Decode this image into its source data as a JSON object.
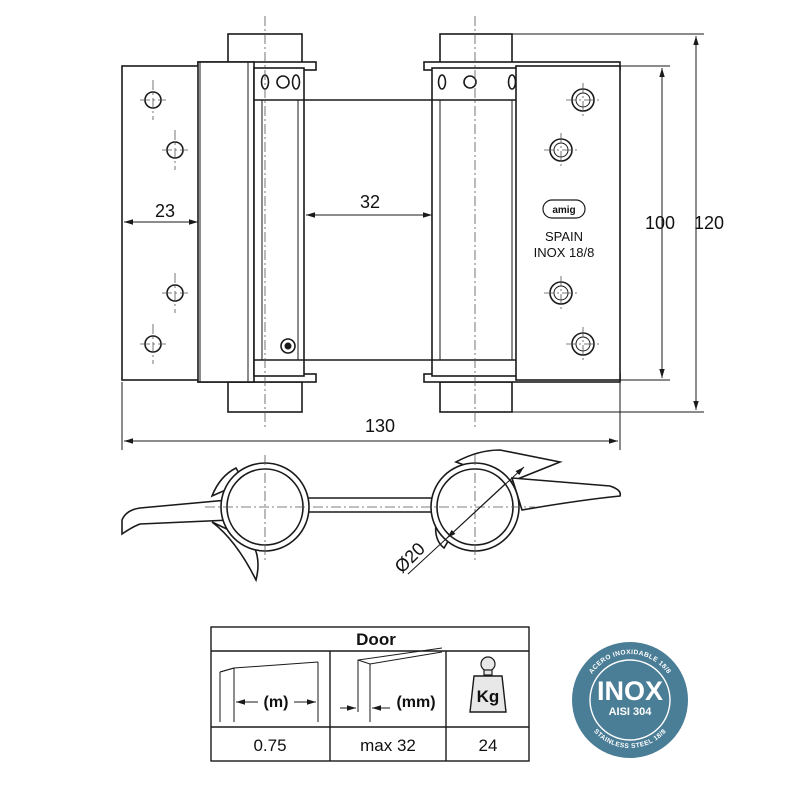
{
  "dimensions": {
    "leaf_width": "23",
    "gap": "32",
    "spring_height": "100",
    "total_height": "120",
    "total_width": "130",
    "barrel_diameter": "Ø20"
  },
  "plate_marking": {
    "brand": "amig",
    "origin": "SPAIN",
    "material": "INOX 18/8"
  },
  "door_table": {
    "title": "Door",
    "columns": [
      {
        "unit_label": "(m)",
        "value": "0.75",
        "icon": "door-width-icon"
      },
      {
        "unit_label": "(mm)",
        "value": "max 32",
        "icon": "door-thickness-icon"
      },
      {
        "unit_label": "Kg",
        "value": "24",
        "icon": "weight-icon"
      }
    ]
  },
  "badge": {
    "main": "INOX",
    "sub": "AISI 304",
    "arc_top": "ACERO INOXIDABLE 18/8",
    "arc_bottom": "STAINLESS STEEL 18/8",
    "color": "#4a7d96"
  }
}
